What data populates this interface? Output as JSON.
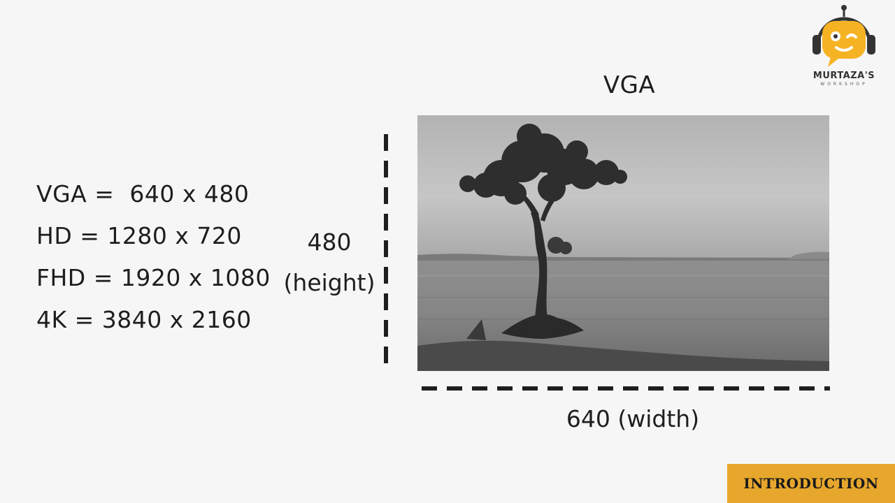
{
  "logo": {
    "word": "MURTAZA'S",
    "sub": "WORKSHOP",
    "accent_color": "#f5b324"
  },
  "resolutions": [
    "VGA =  640 x 480",
    "HD = 1280 x 720",
    "FHD = 1920 x 1080",
    "4K = 3840 x 2160"
  ],
  "diagram": {
    "title": "VGA",
    "height_value": "480",
    "height_unit": "(height)",
    "width_label": "640 (width)",
    "image_subject": "grayscale-photo-tree-by-lake"
  },
  "footer": {
    "section_label": "INTRODUCTION",
    "badge_color": "#e7a72c"
  }
}
